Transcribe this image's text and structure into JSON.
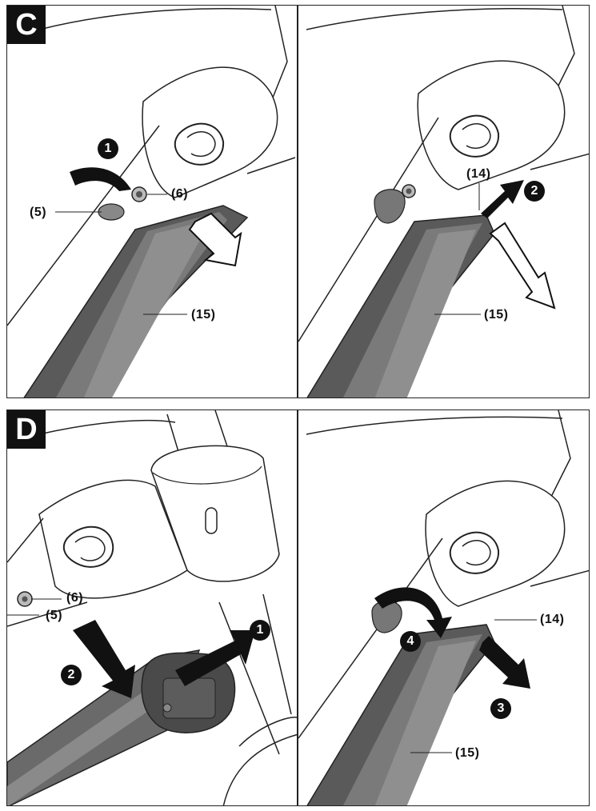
{
  "sections": [
    {
      "id": "C",
      "label": "C",
      "panels": [
        {
          "callouts": {
            "c5": "(5)",
            "c6": "(6)",
            "c15": "(15)"
          },
          "steps": {
            "s1": "1"
          }
        },
        {
          "callouts": {
            "c14": "(14)",
            "c15": "(15)"
          },
          "steps": {
            "s2": "2"
          }
        }
      ]
    },
    {
      "id": "D",
      "label": "D",
      "panels": [
        {
          "callouts": {
            "c6": "(6)",
            "c5": "(5)"
          },
          "steps": {
            "s1": "1",
            "s2": "2"
          }
        },
        {
          "callouts": {
            "c14": "(14)",
            "c15": "(15)"
          },
          "steps": {
            "s3": "3",
            "s4": "4"
          }
        }
      ]
    }
  ],
  "colors": {
    "line": "#222222",
    "battery_dark": "#4a4a4a",
    "battery_mid": "#6e6e6e",
    "battery_light": "#9a9a9a",
    "arrow_black": "#111111",
    "cap": "#7a7a7a"
  }
}
